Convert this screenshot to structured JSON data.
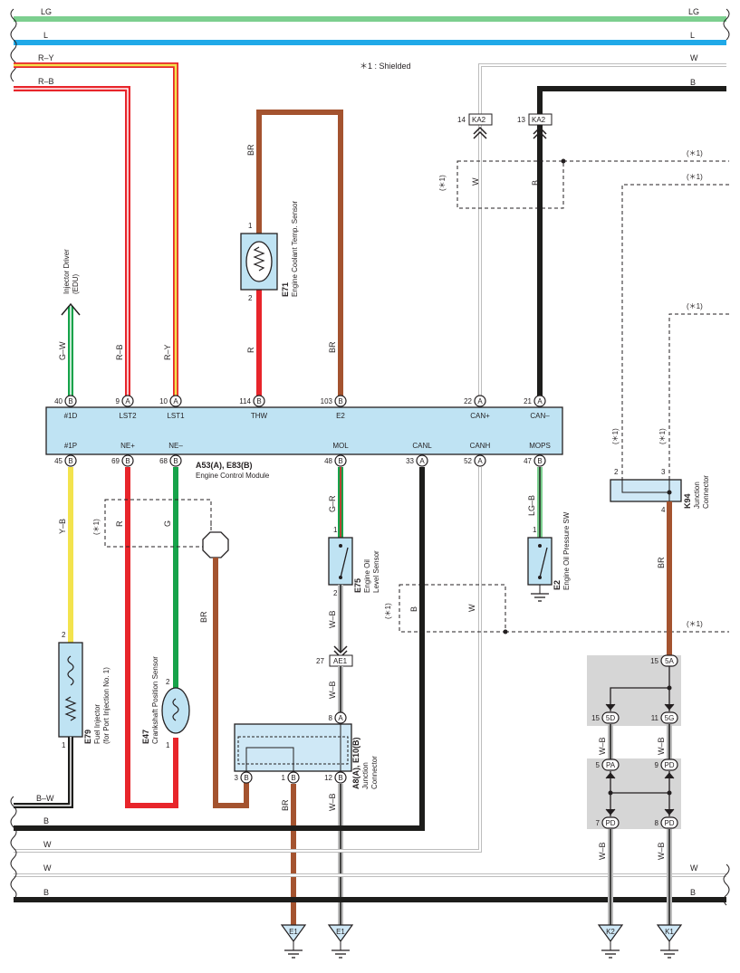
{
  "note": "＊1 : Shielded",
  "shield_mark": "(＊1)",
  "colors": {
    "LG": "#7ccf8f",
    "L": "#20a9e8",
    "R": "#e8252b",
    "Y": "#f3e34d",
    "BR": "#a4532f",
    "B": "#1d1d1b",
    "W": "#d0d0d0",
    "G": "#16a34a",
    "ecu_fill": "#bfe3f3",
    "jc_fill": "#cfe8f6",
    "gray_box": "#d6d6d6"
  },
  "wires": {
    "LG": "LG",
    "L": "L",
    "R_Y": "R–Y",
    "R_B": "R–B",
    "W": "W",
    "B": "B",
    "BR": "BR",
    "R": "R",
    "G": "G",
    "G_W": "G–W",
    "Y_B": "Y–B",
    "B_W": "B–W",
    "G_R": "G–R",
    "W_B": "W–B",
    "LG_B": "LG–B"
  },
  "ecu": {
    "title": "A53(A), E83(B)",
    "subtitle": "Engine Control Module",
    "top_terms": [
      {
        "num": "40",
        "conn": "B",
        "label": "#1D"
      },
      {
        "num": "9",
        "conn": "A",
        "label": "LST2"
      },
      {
        "num": "10",
        "conn": "A",
        "label": "LST1"
      },
      {
        "num": "114",
        "conn": "B",
        "label": "THW"
      },
      {
        "num": "103",
        "conn": "B",
        "label": "E2"
      },
      {
        "num": "22",
        "conn": "A",
        "label": "CAN+"
      },
      {
        "num": "21",
        "conn": "A",
        "label": "CAN–"
      }
    ],
    "bottom_terms": [
      {
        "num": "45",
        "conn": "B",
        "label": "#1P"
      },
      {
        "num": "69",
        "conn": "B",
        "label": "NE+"
      },
      {
        "num": "68",
        "conn": "B",
        "label": "NE–"
      },
      {
        "num": "48",
        "conn": "B",
        "label": "MOL"
      },
      {
        "num": "33",
        "conn": "A",
        "label": "CANL"
      },
      {
        "num": "52",
        "conn": "A",
        "label": "CANH"
      },
      {
        "num": "47",
        "conn": "B",
        "label": "MOPS"
      }
    ]
  },
  "components": {
    "injector_driver": {
      "line1": "Injector Driver",
      "line2": "(EDU)"
    },
    "e71": {
      "code": "E71",
      "name": "Engine Coolant Temp. Sensor",
      "pin1": "1",
      "pin2": "2"
    },
    "e79": {
      "code": "E79",
      "name1": "Fuel Injector",
      "name2": "(for Port Injection No. 1)",
      "pin2": "2",
      "pin1": "1"
    },
    "e47": {
      "code": "E47",
      "name": "Crankshaft Position Sensor",
      "pin2": "2",
      "pin1": "1"
    },
    "e75": {
      "code": "E75",
      "name1": "Engine Oil",
      "name2": "Level Sensor",
      "pin1": "1",
      "pin2": "2"
    },
    "e2": {
      "code": "E2",
      "name": "Engine Oil Pressure SW",
      "pin1": "1"
    },
    "k94": {
      "code": "K94",
      "name1": "Junction",
      "name2": "Connector",
      "pin2": "2",
      "pin3": "3",
      "pin4": "4"
    },
    "a8": {
      "code": "A8(A), E10(B)",
      "name1": "Junction",
      "name2": "Connector",
      "pin8": "8",
      "pin8c": "A",
      "pin3": "3",
      "pin3c": "B",
      "pin1": "1",
      "pin1c": "B",
      "pin12": "12",
      "pin12c": "B"
    }
  },
  "connectors": {
    "ka2_14": {
      "num": "14",
      "label": "KA2"
    },
    "ka2_13": {
      "num": "13",
      "label": "KA2"
    },
    "ae1": {
      "num": "27",
      "label": "AE1"
    }
  },
  "splices": {
    "s15_5a": {
      "num": "15",
      "label": "5A"
    },
    "s15_5d": {
      "num": "15",
      "label": "5D"
    },
    "s11_5g": {
      "num": "11",
      "label": "5G"
    },
    "s5_pa": {
      "num": "5",
      "label": "PA"
    },
    "s9_pd": {
      "num": "9",
      "label": "PD"
    },
    "s7_pd": {
      "num": "7",
      "label": "PD"
    },
    "s8_pd": {
      "num": "8",
      "label": "PD"
    }
  },
  "grounds": {
    "e1a": "E1",
    "e1b": "E1",
    "k2": "K2",
    "k1": "K1"
  }
}
